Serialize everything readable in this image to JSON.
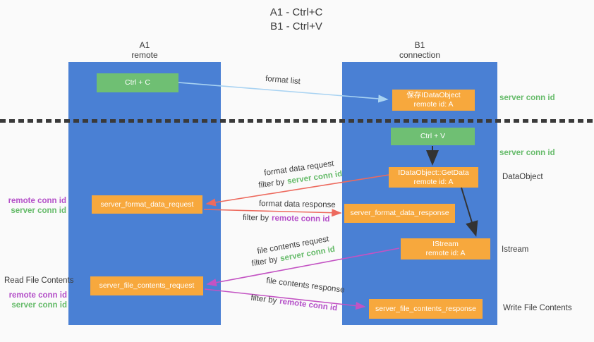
{
  "title": {
    "line1": "A1 - Ctrl+C",
    "line2": "B1 - Ctrl+V"
  },
  "lanes": {
    "left": {
      "name": "A1",
      "subtitle": "remote"
    },
    "right": {
      "name": "B1",
      "subtitle": "connection"
    }
  },
  "boxes": {
    "ctrl_c": "Ctrl + C",
    "ctrl_v": "Ctrl + V",
    "save_dataobject": {
      "line1": "保存IDataObject",
      "line2": "remote id: A"
    },
    "getdata": {
      "line1": "IDataObject::GetData",
      "line2": "remote id: A"
    },
    "istream": {
      "line1": "IStream",
      "line2": "remote id: A"
    },
    "format_request": "server_format_data_request",
    "format_response": "server_format_data_response",
    "file_request": "server_file_contents_request",
    "file_response": "server_file_contents_response"
  },
  "arrow_labels": {
    "format_list": "format list",
    "format_data_request": "format data request",
    "format_data_response": "format data response",
    "file_contents_request": "file contents request",
    "file_contents_response": "file contents response",
    "filter_by": "filter by",
    "server_conn_id": "server conn id",
    "remote_conn_id": "remote conn id"
  },
  "side_labels": {
    "server_conn_id_top": "server conn id",
    "server_conn_id_mid": "server conn id",
    "dataobject": "DataObject",
    "istream": "Istream",
    "write_file_contents": "Write File Contents",
    "read_file_contents": "Read File Contents",
    "remote_conn_id": "remote conn id",
    "server_conn_id": "server conn id"
  },
  "colors": {
    "background": "#fafafa",
    "lane_blue": "#4a80d4",
    "box_green": "#6fbf73",
    "box_orange": "#f7a83d",
    "arrow_blue": "#a9d3f2",
    "arrow_red": "#ed6a5e",
    "arrow_magenta": "#c353c3",
    "arrow_black": "#333333",
    "text_green": "#66bb6a",
    "text_purple": "#b44fc8",
    "text_dark": "#3c3c3c",
    "divider_dark": "#3a3a3a"
  }
}
